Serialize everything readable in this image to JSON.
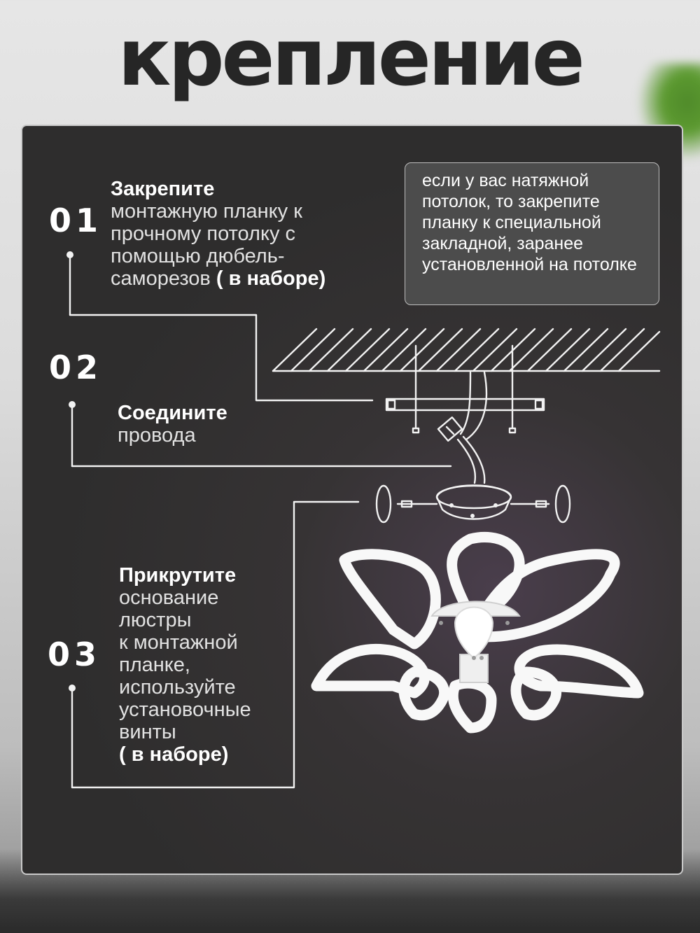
{
  "title": "крепление",
  "steps": [
    {
      "number": "01",
      "bold": "Закрепите",
      "lines": [
        "монтажную планку к",
        "прочному потолку с",
        "помощью дюбель-"
      ],
      "last_line": "саморезов",
      "tail": "( в наборе)"
    },
    {
      "number": "02",
      "bold": "Соедините",
      "lines": [
        "провода"
      ]
    },
    {
      "number": "03",
      "bold": "Прикрутите",
      "lines": [
        "основание",
        "люстры",
        "к монтажной",
        "планке,",
        "используйте",
        "установочные",
        "винты"
      ],
      "tail": "( в наборе)"
    }
  ],
  "note": "если у вас натяжной потолок, то закрепите планку к специальной закладной, заранее установленной на потолке",
  "colors": {
    "panel": "#2e2d2d",
    "text": "#e2e2e2",
    "title": "#262626"
  }
}
